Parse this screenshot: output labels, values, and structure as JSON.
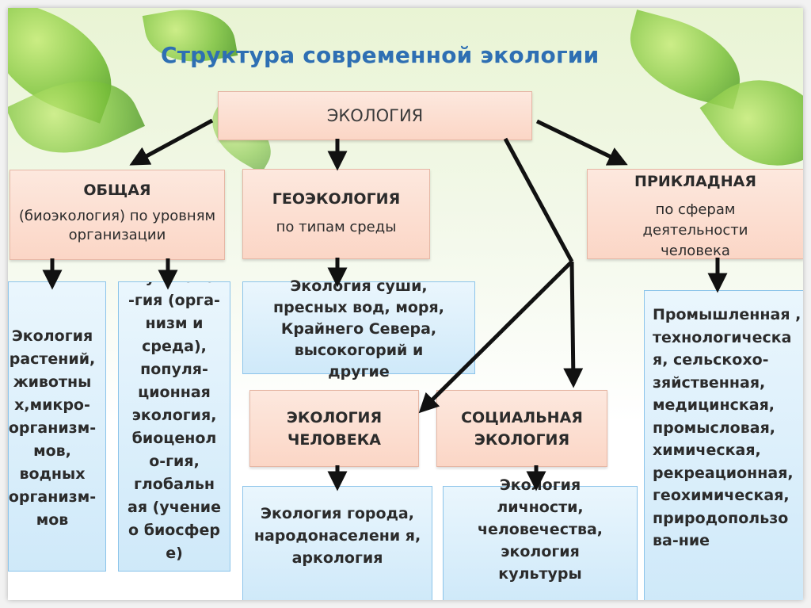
{
  "title": "Структура современной экологии",
  "root": "ЭКОЛОГИЯ",
  "general": {
    "heading": "ОБЩАЯ",
    "desc": "(биоэкология) по уровням организации"
  },
  "geo": {
    "heading": "ГЕОЭКОЛОГИЯ",
    "desc": "по типам среды"
  },
  "applied": {
    "heading": "ПРИКЛАДНАЯ",
    "desc": "по сферам деятельности человека"
  },
  "human": {
    "heading": "ЭКОЛОГИЯ ЧЕЛОВЕКА"
  },
  "social": {
    "heading": "СОЦИАЛЬНАЯ ЭКОЛОГИЯ"
  },
  "box_organisms": "Экология растений, животны х,микро-организм-мов, водных организм-мов",
  "box_autecology": "Аутэколо -гия (орга-низм и среда), популя-ционная экология, биоценол о-гия, глобальн ая (учение о биосфер е)",
  "box_env": "Экология суши, пресных вод, моря, Крайнего Севера, высокогорий и другие",
  "box_city": "Экология города, народонаселени я, аркология",
  "box_personality": "Экология личности, человечества, экология культуры",
  "box_industry": "Промышленная , технологическа я, сельскохо-зяйственная, медицинская, промысловая, химическая, рекреационная, геохимическая, природопользо ва-ние"
}
